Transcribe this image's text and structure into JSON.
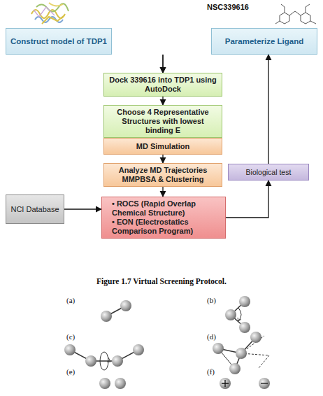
{
  "diagram": {
    "caption": "Figure 1.7 Virtual Screening Protocol.",
    "nodes": [
      {
        "text": [
          "Construct model of TDP1"
        ]
      },
      {
        "text": [
          "Parameterize Ligand"
        ]
      },
      {
        "text": [
          "Dock 339616 into TDP1 using AutoDock"
        ]
      },
      {
        "text": [
          "Choose 4 Representative Structures with lowest binding E"
        ]
      },
      {
        "text": [
          "MD Simulation"
        ]
      },
      {
        "text": [
          "Analyze MD Trajectories MMPBSA & Clustering"
        ]
      },
      {
        "text": [
          "NCI Database"
        ]
      },
      {
        "text": [
          "• ROCS (Rapid Overlap Chemical Structure)",
          "• EON (Electrostatics Comparison Program)"
        ]
      },
      {
        "text": [
          "Biological test"
        ]
      }
    ],
    "edges": [
      {
        "from": 0,
        "to": 2,
        "arrow": "to"
      },
      {
        "from": 1,
        "to": 2,
        "arrow": "to"
      },
      {
        "from": 2,
        "to": 3,
        "arrow": "to"
      },
      {
        "from": 3,
        "to": 4,
        "arrow": "to"
      },
      {
        "from": 4,
        "to": 5,
        "arrow": "to"
      },
      {
        "from": 5,
        "to": 7,
        "arrow": "to"
      },
      {
        "from": 6,
        "to": 7,
        "arrow": "to"
      },
      {
        "from": 7,
        "to": 8,
        "arrow": "to"
      },
      {
        "from": 8,
        "to": 1,
        "arrow": "to"
      }
    ],
    "labels": [
      "NSC339616",
      "(a)",
      "(b)",
      "(c)",
      "(d)",
      "(e)",
      "(f)"
    ]
  }
}
